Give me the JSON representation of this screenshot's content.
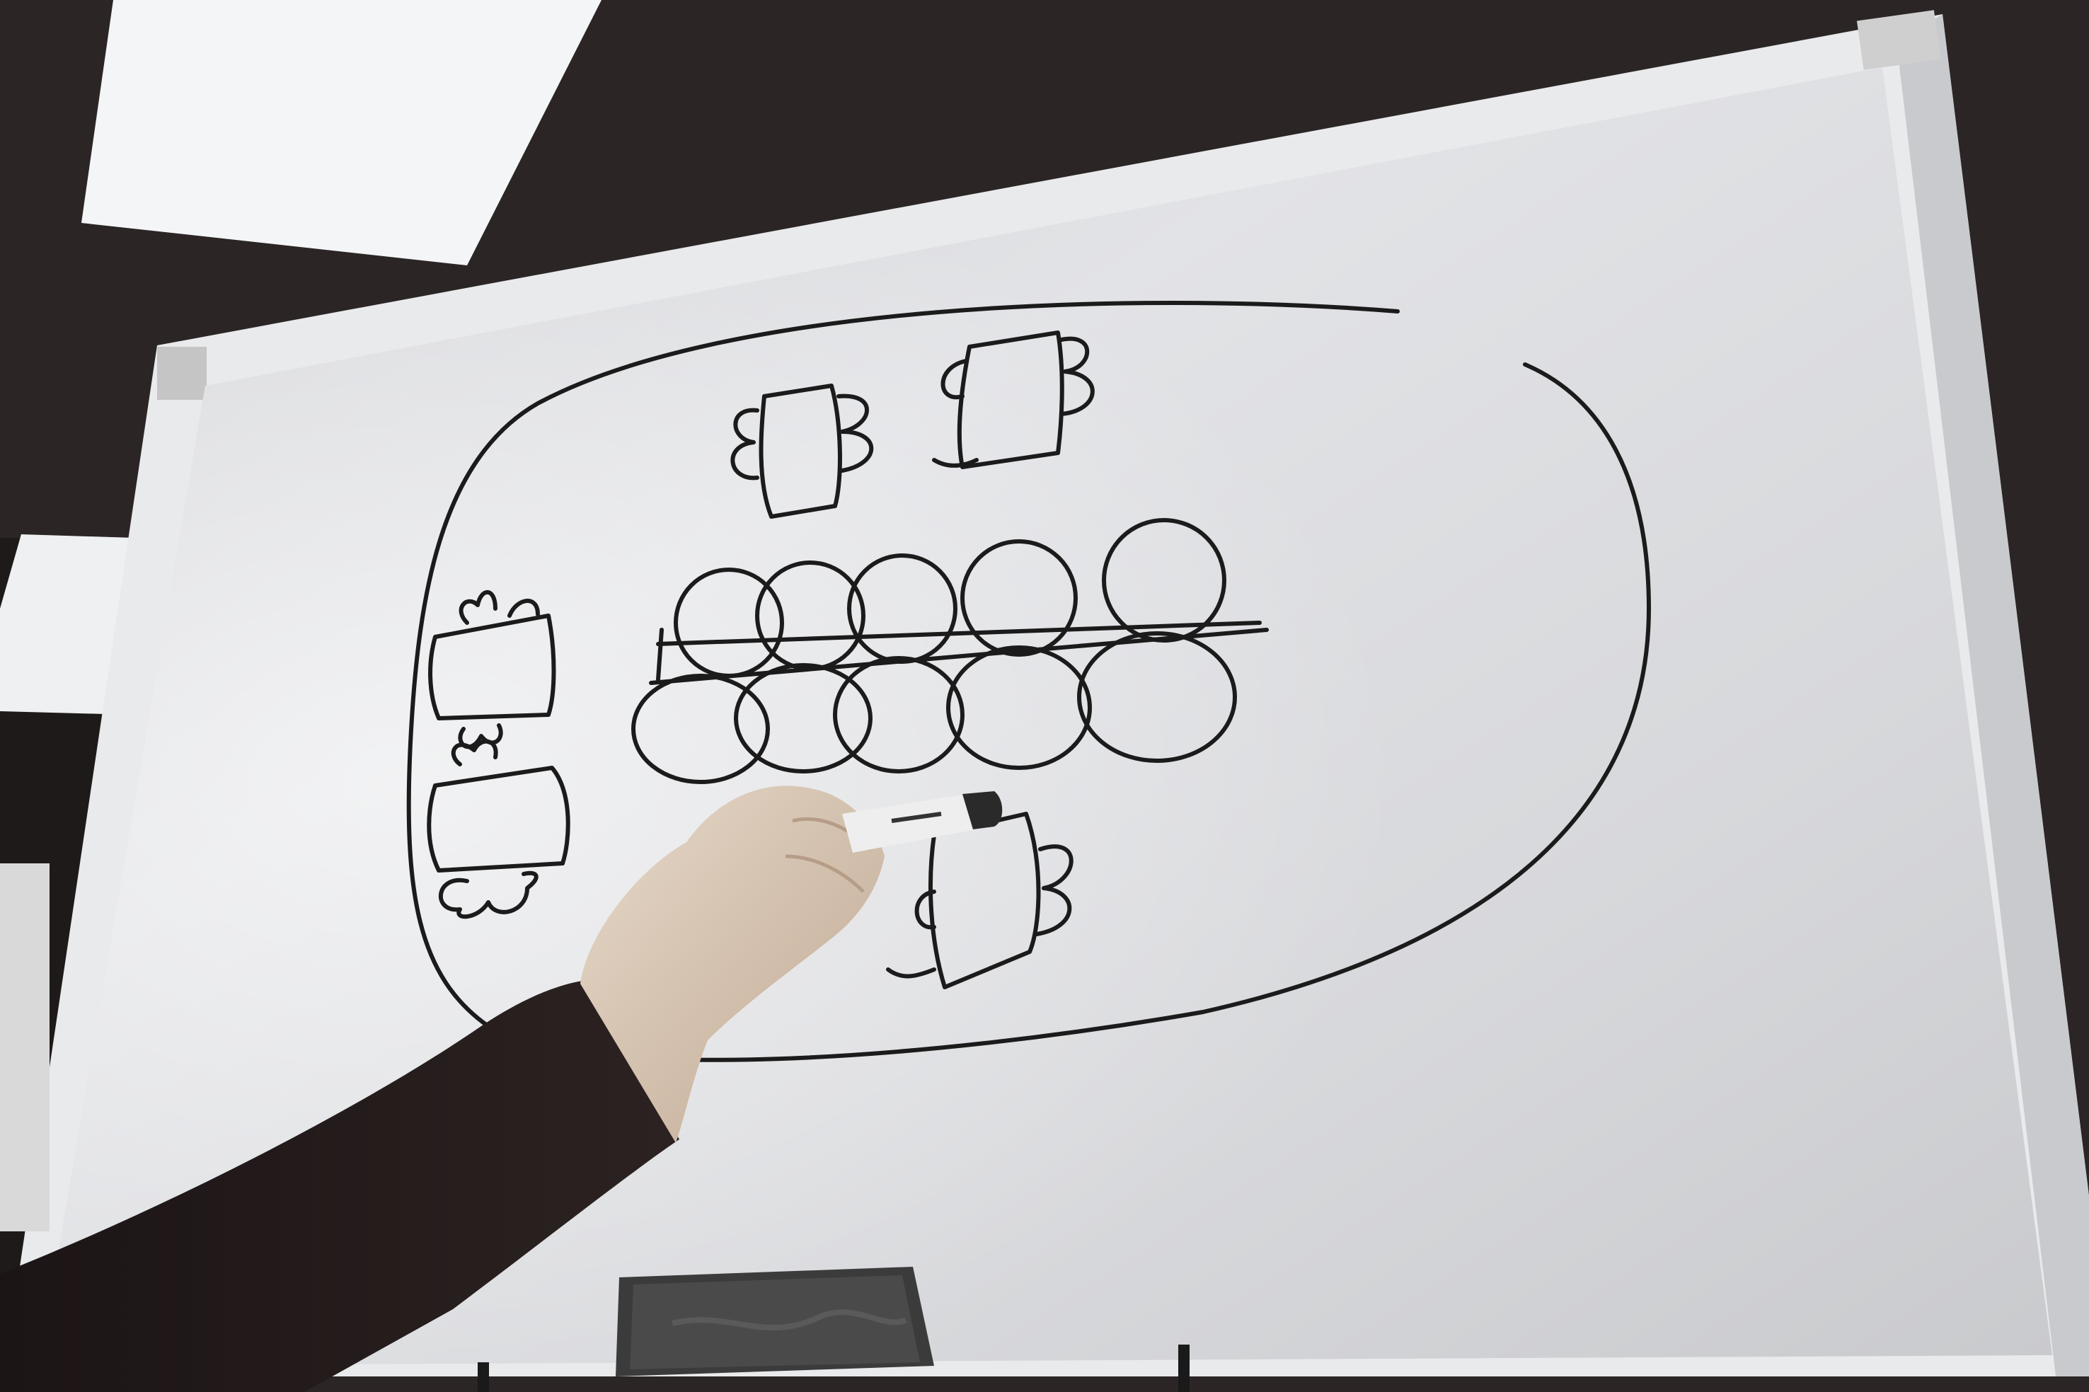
{
  "scene": {
    "description": "",
    "colors": {
      "ceiling": "#2b2525",
      "ceiling_shadow": "#1f1a1a",
      "light_panel": "#f4f5f6",
      "board_surface": "#dcdde0",
      "board_surface_dark": "#c4c6c9",
      "board_frame": "#e9eaec",
      "board_frame_shadow": "#b9bbbe",
      "marker_ink": "#1c1b1b",
      "sleeve": "#231b1b",
      "skin": "#d8c8b6",
      "skin_shadow": "#b59d88",
      "eraser": "#3b3b3b",
      "marker_body": "#eeeeee"
    },
    "objects": [
      {
        "name": "ceiling",
        "icon": "ceiling"
      },
      {
        "name": "ceiling-light",
        "icon": "light-panel"
      },
      {
        "name": "whiteboard",
        "icon": "whiteboard"
      },
      {
        "name": "board-drawing",
        "icon": "marker-sketch"
      },
      {
        "name": "eraser",
        "icon": "eraser"
      },
      {
        "name": "arm",
        "icon": "arm"
      },
      {
        "name": "marker",
        "icon": "marker"
      }
    ]
  }
}
